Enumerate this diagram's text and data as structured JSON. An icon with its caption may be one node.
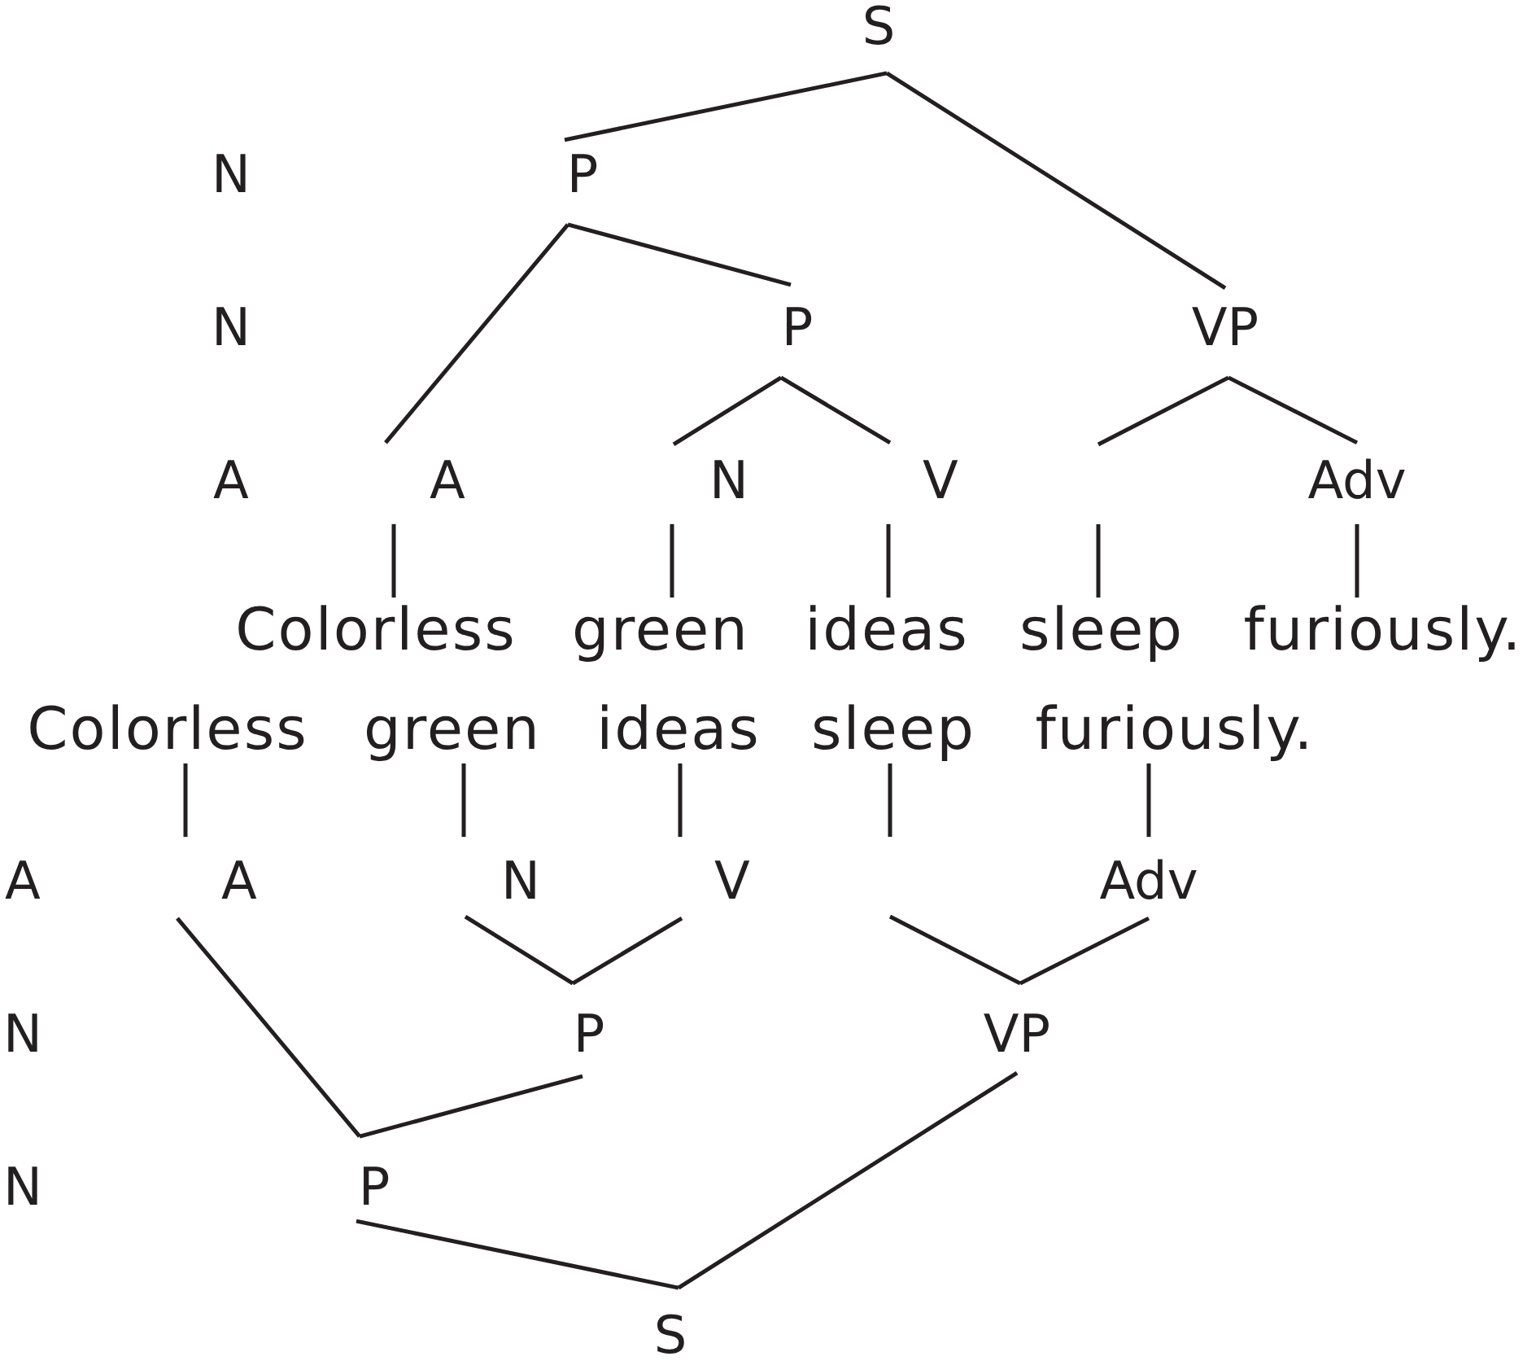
{
  "diagram": {
    "nodes": [
      {
        "text": [
          "S"
        ]
      },
      {
        "text": [
          "P"
        ]
      },
      {
        "text": [
          "P"
        ]
      },
      {
        "text": [
          "VP"
        ]
      },
      {
        "text": [
          "A"
        ]
      },
      {
        "text": [
          "N"
        ]
      },
      {
        "text": [
          "V"
        ]
      },
      {
        "text": [
          "Adv"
        ]
      },
      {
        "text": [
          "Colorless"
        ]
      },
      {
        "text": [
          "green"
        ]
      },
      {
        "text": [
          "ideas"
        ]
      },
      {
        "text": [
          "sleep"
        ]
      },
      {
        "text": [
          "furiously."
        ]
      },
      {
        "text": [
          "Colorless"
        ]
      },
      {
        "text": [
          "green"
        ]
      },
      {
        "text": [
          "ideas"
        ]
      },
      {
        "text": [
          "sleep"
        ]
      },
      {
        "text": [
          "furiously."
        ]
      },
      {
        "text": [
          "A"
        ]
      },
      {
        "text": [
          "N"
        ]
      },
      {
        "text": [
          "V"
        ]
      },
      {
        "text": [
          "Adv"
        ]
      },
      {
        "text": [
          "P"
        ]
      },
      {
        "text": [
          "VP"
        ]
      },
      {
        "text": [
          "P"
        ]
      },
      {
        "text": [
          "S"
        ]
      }
    ],
    "edges": [
      {
        "from": 0,
        "to": 1,
        "arrow": "none"
      },
      {
        "from": 0,
        "to": 3,
        "arrow": "none"
      },
      {
        "from": 1,
        "to": 4,
        "arrow": "none"
      },
      {
        "from": 1,
        "to": 2,
        "arrow": "none"
      },
      {
        "from": 2,
        "to": 5,
        "arrow": "none"
      },
      {
        "from": 2,
        "to": 6,
        "arrow": "none"
      },
      {
        "from": 3,
        "to": null,
        "arrow": "none"
      },
      {
        "from": 3,
        "to": 7,
        "arrow": "none"
      },
      {
        "from": 4,
        "to": 8,
        "arrow": "none"
      },
      {
        "from": 5,
        "to": 9,
        "arrow": "none"
      },
      {
        "from": 6,
        "to": 10,
        "arrow": "none"
      },
      {
        "from": null,
        "to": 11,
        "arrow": "none"
      },
      {
        "from": 7,
        "to": 12,
        "arrow": "none"
      },
      {
        "from": 25,
        "to": 24,
        "arrow": "none"
      },
      {
        "from": 25,
        "to": 23,
        "arrow": "none"
      },
      {
        "from": 24,
        "to": 18,
        "arrow": "none"
      },
      {
        "from": 24,
        "to": 22,
        "arrow": "none"
      },
      {
        "from": 22,
        "to": 19,
        "arrow": "none"
      },
      {
        "from": 22,
        "to": 20,
        "arrow": "none"
      },
      {
        "from": 23,
        "to": null,
        "arrow": "none"
      },
      {
        "from": 23,
        "to": 21,
        "arrow": "none"
      },
      {
        "from": 18,
        "to": 13,
        "arrow": "none"
      },
      {
        "from": 19,
        "to": 14,
        "arrow": "none"
      },
      {
        "from": 20,
        "to": 15,
        "arrow": "none"
      },
      {
        "from": null,
        "to": 16,
        "arrow": "none"
      },
      {
        "from": 21,
        "to": 17,
        "arrow": "none"
      }
    ],
    "labels": [
      "N",
      "N",
      "A",
      "A",
      "N",
      "N"
    ]
  }
}
